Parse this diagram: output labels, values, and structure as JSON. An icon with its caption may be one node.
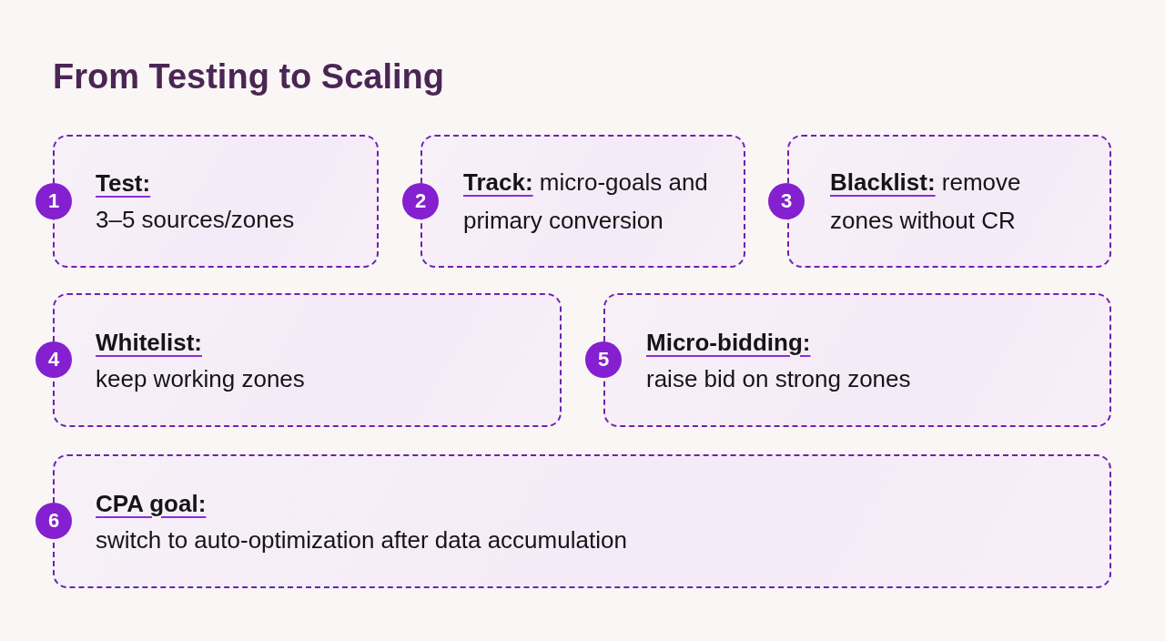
{
  "diagram": {
    "title": "From Testing to Scaling",
    "nodes": [
      {
        "text": [
          "1"
        ]
      },
      {
        "text": [
          "Test:",
          "3–5 sources/zones"
        ]
      },
      {
        "text": [
          "2"
        ]
      },
      {
        "text": [
          "**Track:** micro-goals and primary conversion"
        ]
      },
      {
        "text": [
          "3"
        ]
      },
      {
        "text": [
          "**Blacklist:** remove zones without CR"
        ]
      },
      {
        "text": [
          "4"
        ]
      },
      {
        "text": [
          "Whitelist:",
          "keep working zones"
        ]
      },
      {
        "text": [
          "5"
        ]
      },
      {
        "text": [
          "Micro-bidding:",
          "raise bid on strong zones"
        ]
      },
      {
        "text": [
          "6"
        ]
      },
      {
        "text": [
          "CPA goal:",
          "switch to auto-optimization after data accumulation"
        ]
      }
    ]
  }
}
